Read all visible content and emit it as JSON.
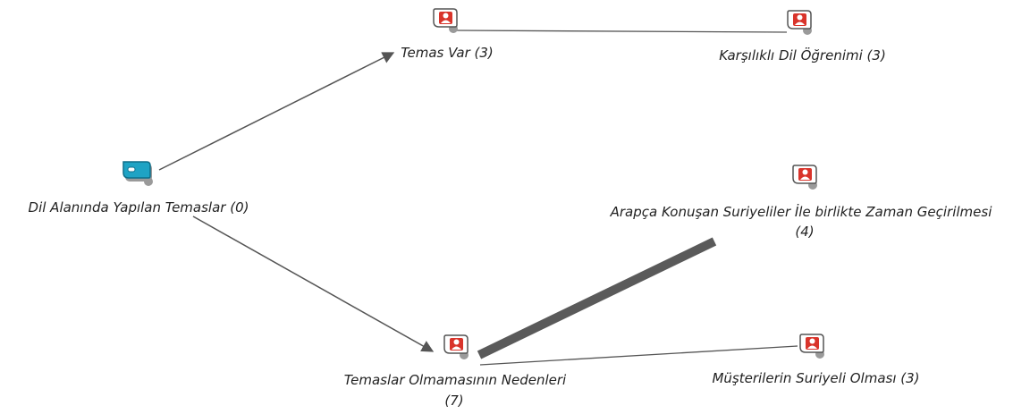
{
  "nodes": {
    "root": {
      "label": "Dil Alanında Yapılan Temaslar (0)",
      "icon": "tag-icon"
    },
    "temas_var": {
      "label": "Temas Var (3)",
      "icon": "person-document-icon"
    },
    "karsilikli": {
      "label": "Karşılıklı Dil Öğrenimi (3)",
      "icon": "person-document-icon"
    },
    "arapca": {
      "label_line1": "Arapça Konuşan Suriyeliler İle birlikte Zaman Geçirilmesi",
      "label_line2": "(4)",
      "icon": "person-document-icon"
    },
    "temaslar_olmamasi": {
      "label_line1": "Temaslar Olmamasının Nedenleri",
      "label_line2": "(7)",
      "icon": "person-document-icon"
    },
    "musteriler": {
      "label": "Müşterilerin Suriyeli Olması (3)",
      "icon": "person-document-icon"
    }
  },
  "colors": {
    "edge": "#555555",
    "edge_heavy": "#5a5a5a",
    "doc_icon_red": "#d9342b",
    "tag_icon_teal": "#1fa3c4",
    "shadow": "#9a9a9a"
  }
}
